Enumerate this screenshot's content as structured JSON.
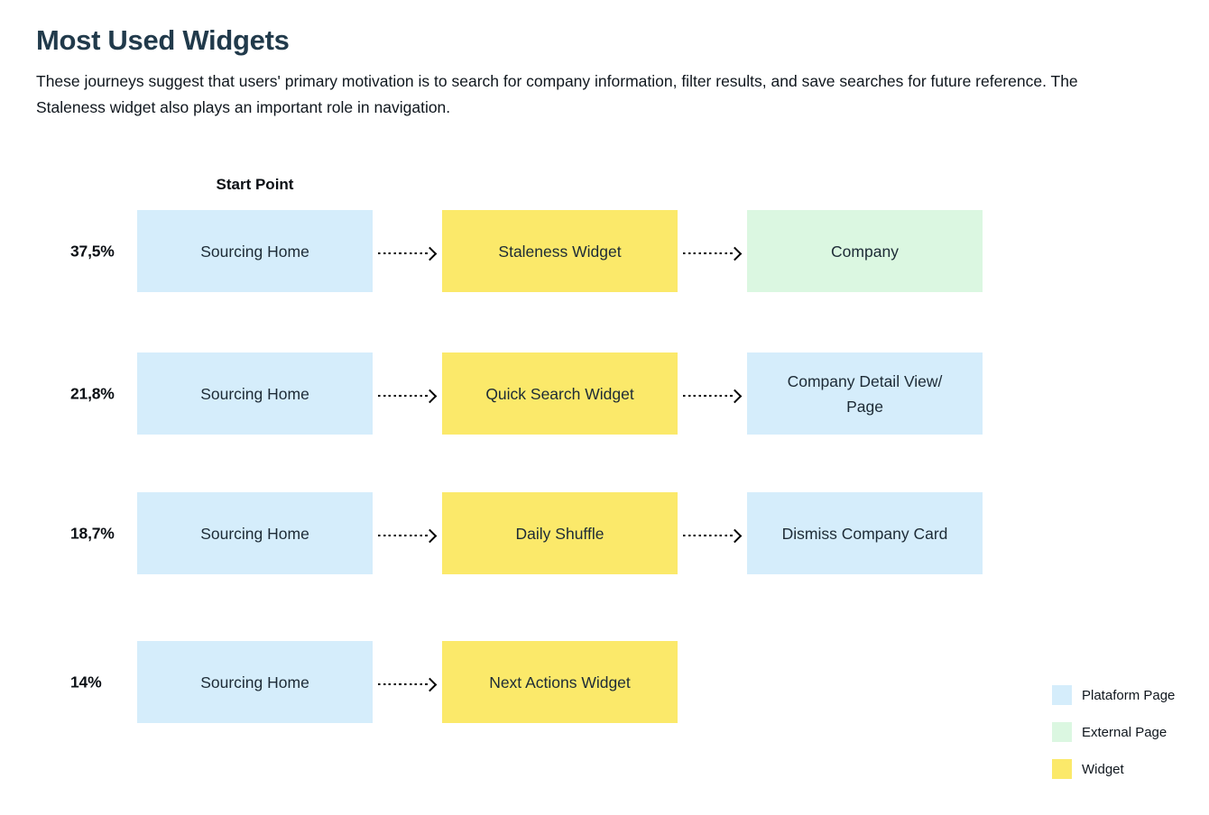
{
  "header": {
    "title": "Most Used Widgets",
    "description": "These journeys suggest that users' primary motivation is to search for company information, filter results, and save searches for future reference. The Staleness widget also plays an important role in navigation."
  },
  "diagram": {
    "start_point_label": "Start Point",
    "rows": [
      {
        "percent": "37,5%",
        "steps": [
          {
            "label": "Sourcing Home",
            "type": "platform"
          },
          {
            "label": "Staleness Widget",
            "type": "widget"
          },
          {
            "label": "Company",
            "type": "external"
          }
        ]
      },
      {
        "percent": "21,8%",
        "steps": [
          {
            "label": "Sourcing Home",
            "type": "platform"
          },
          {
            "label": "Quick Search Widget",
            "type": "widget"
          },
          {
            "label": "Company Detail View/ Page",
            "type": "platform"
          }
        ]
      },
      {
        "percent": "18,7%",
        "steps": [
          {
            "label": "Sourcing Home",
            "type": "platform"
          },
          {
            "label": "Daily Shuffle",
            "type": "widget"
          },
          {
            "label": "Dismiss Company Card",
            "type": "platform"
          }
        ]
      },
      {
        "percent": "14%",
        "steps": [
          {
            "label": "Sourcing Home",
            "type": "platform"
          },
          {
            "label": "Next Actions Widget",
            "type": "widget"
          }
        ]
      }
    ]
  },
  "legend": {
    "items": [
      {
        "label": "Plataform Page",
        "type": "platform",
        "color": "#d5edfb"
      },
      {
        "label": "External Page",
        "type": "external",
        "color": "#dbf7e1"
      },
      {
        "label": "Widget",
        "type": "widget",
        "color": "#fbe96a"
      }
    ]
  },
  "colors": {
    "platform_page": "#d5edfb",
    "external_page": "#dbf7e1",
    "widget": "#fbe96a",
    "title_text": "#213a4b",
    "arrow": "#000000"
  }
}
